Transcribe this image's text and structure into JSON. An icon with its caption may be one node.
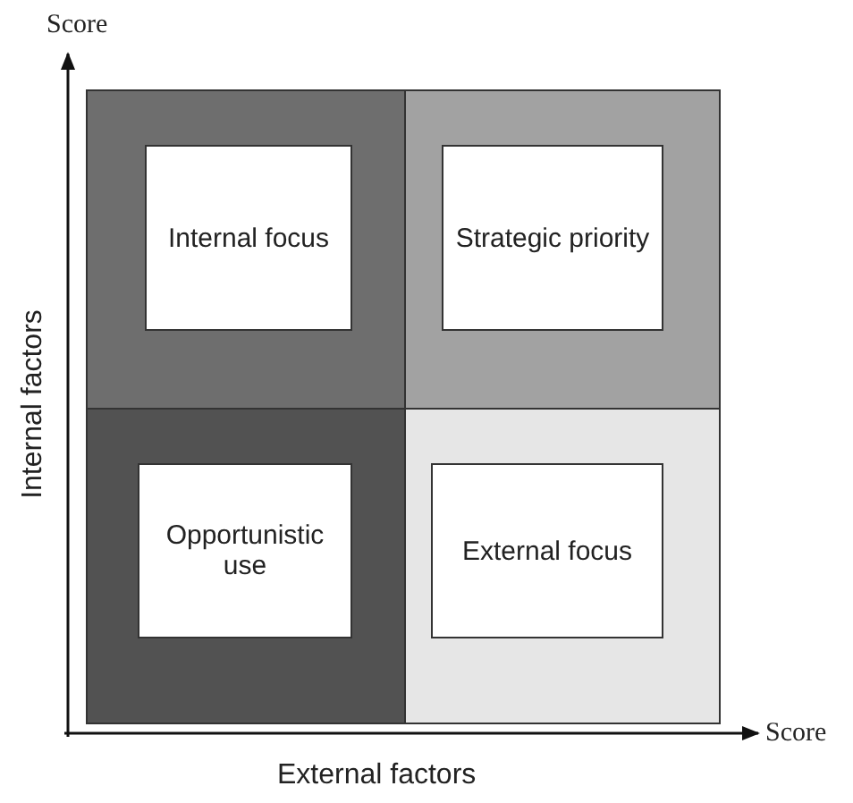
{
  "diagram": {
    "nodes": [
      {
        "text": [],
        "shape": "box"
      },
      {
        "text": [
          "Internal focus"
        ],
        "in": 0
      },
      {
        "text": [],
        "shape": "box"
      },
      {
        "text": [
          "Strategic priority"
        ],
        "in": 2
      },
      {
        "text": [],
        "shape": "box"
      },
      {
        "text": [
          "Opportunistic use"
        ],
        "in": 4
      },
      {
        "text": [],
        "shape": "box"
      },
      {
        "text": [
          "External focus"
        ],
        "in": 6
      }
    ],
    "edges": [],
    "labels": [
      "Score",
      "Internal factors",
      "Score",
      "External factors"
    ]
  }
}
